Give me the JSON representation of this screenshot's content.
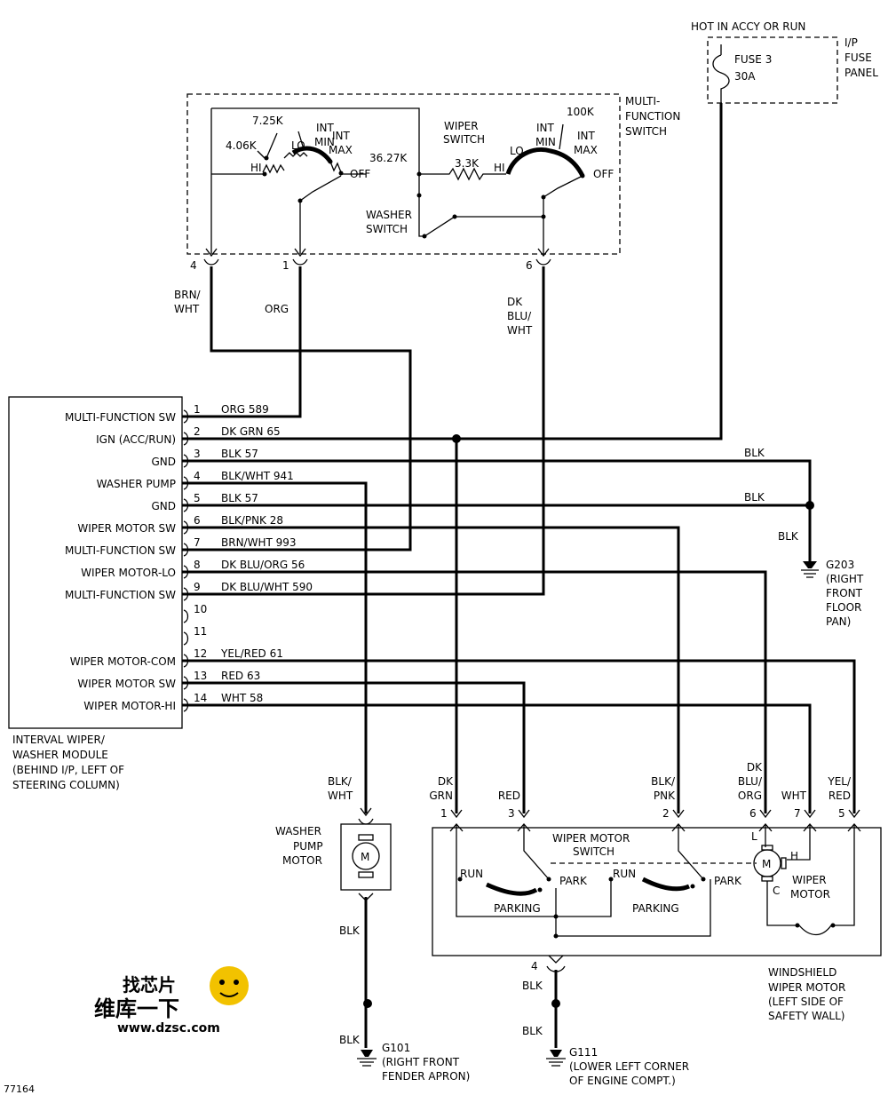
{
  "fuse": {
    "source": "HOT IN ACCY OR RUN",
    "name": "FUSE 3",
    "rating": "30A",
    "panel": [
      "I/P",
      "FUSE",
      "PANEL"
    ]
  },
  "mfs": {
    "title": [
      "MULTI-",
      "FUNCTION",
      "SWITCH"
    ],
    "wiper_switch_label": [
      "WIPER",
      "SWITCH"
    ],
    "washer_switch_label": [
      "WASHER",
      "SWITCH"
    ],
    "left": {
      "r_725k": "7.25K",
      "r_406k": "4.06K",
      "r_3627k": "36.27K",
      "lo": "LO",
      "hi": "HI",
      "int_min": [
        "INT",
        "MIN"
      ],
      "int_max": [
        "INT",
        "MAX"
      ],
      "off": "OFF"
    },
    "right": {
      "r_33k": "3.3K",
      "r_100k": "100K",
      "lo": "LO",
      "hi": "HI",
      "int_min": [
        "INT",
        "MIN"
      ],
      "int_max": [
        "INT",
        "MAX"
      ],
      "off": "OFF"
    },
    "pins": {
      "p4": "4",
      "p1": "1",
      "p6": "6"
    },
    "wire_labels": {
      "brn_wht": [
        "BRN/",
        "WHT"
      ],
      "org": "ORG",
      "dk_blu_wht": [
        "DK",
        "BLU/",
        "WHT"
      ]
    }
  },
  "module": {
    "caption": [
      "INTERVAL WIPER/",
      "WASHER MODULE",
      "(BEHIND I/P, LEFT OF",
      "STEERING COLUMN)"
    ],
    "pins": [
      {
        "num": "1",
        "func": "MULTI-FUNCTION SW",
        "wire": "ORG   589"
      },
      {
        "num": "2",
        "func": "IGN (ACC/RUN)",
        "wire": "DK GRN   65"
      },
      {
        "num": "3",
        "func": "GND",
        "wire": "BLK   57"
      },
      {
        "num": "4",
        "func": "WASHER PUMP",
        "wire": "BLK/WHT   941"
      },
      {
        "num": "5",
        "func": "GND",
        "wire": "BLK   57"
      },
      {
        "num": "6",
        "func": "WIPER MOTOR SW",
        "wire": "BLK/PNK   28"
      },
      {
        "num": "7",
        "func": "MULTI-FUNCTION SW",
        "wire": "BRN/WHT   993"
      },
      {
        "num": "8",
        "func": "WIPER MOTOR-LO",
        "wire": "DK BLU/ORG   56"
      },
      {
        "num": "9",
        "func": "MULTI-FUNCTION SW",
        "wire": "DK BLU/WHT   590"
      },
      {
        "num": "10",
        "func": "",
        "wire": ""
      },
      {
        "num": "11",
        "func": "",
        "wire": ""
      },
      {
        "num": "12",
        "func": "WIPER MOTOR-COM",
        "wire": "YEL/RED   61"
      },
      {
        "num": "13",
        "func": "WIPER MOTOR SW",
        "wire": "RED   63"
      },
      {
        "num": "14",
        "func": "WIPER MOTOR-HI",
        "wire": "WHT   58"
      }
    ]
  },
  "ground_g203": {
    "blk_top": "BLK",
    "blk_mid": "BLK",
    "blk_bottom": "BLK",
    "name": "G203",
    "location": [
      "(RIGHT",
      "FRONT",
      "FLOOR",
      "PAN)"
    ]
  },
  "washer_pump": {
    "wire_top": [
      "BLK/",
      "WHT"
    ],
    "label": [
      "WASHER",
      "PUMP",
      "MOTOR"
    ],
    "motor_symbol": "M",
    "wire_bottom": "BLK",
    "wire_ground": "BLK",
    "ground_name": "G101",
    "ground_location": [
      "(RIGHT FRONT",
      "FENDER APRON)"
    ]
  },
  "wiper_motor": {
    "terminals": [
      {
        "wire": [
          "DK",
          "GRN"
        ],
        "pin": "1"
      },
      {
        "wire": [
          "RED"
        ],
        "pin": "3"
      },
      {
        "wire": [
          "BLK/",
          "PNK"
        ],
        "pin": "2"
      },
      {
        "wire": [
          "DK",
          "BLU/",
          "ORG"
        ],
        "pin": "6"
      },
      {
        "wire": [
          "WHT"
        ],
        "pin": "7"
      },
      {
        "wire": [
          "YEL/",
          "RED"
        ],
        "pin": "5"
      }
    ],
    "switch_title": [
      "WIPER MOTOR",
      "SWITCH"
    ],
    "run": "RUN",
    "park": "PARK",
    "parking": "PARKING",
    "motor_symbol": "M",
    "brush_l": "L",
    "brush_h": "H",
    "brush_c": "C",
    "motor_label": [
      "WIPER",
      "MOTOR"
    ],
    "caption": [
      "WINDSHIELD",
      "WIPER MOTOR",
      "(LEFT SIDE OF",
      "SAFETY WALL)"
    ],
    "ground_pin": "4",
    "ground_wire_top": "BLK",
    "ground_wire_bottom": "BLK",
    "ground_name": "G111",
    "ground_location": [
      "(LOWER LEFT CORNER",
      "OF ENGINE COMPT.)"
    ]
  },
  "logo": {
    "top": "找芯片",
    "main": "维库一下",
    "url": "www.dzsc.com",
    "colors": {
      "orange": "#e8841a",
      "red": "#d8261c",
      "yellow": "#f2c200"
    }
  },
  "figure_id": "77164"
}
